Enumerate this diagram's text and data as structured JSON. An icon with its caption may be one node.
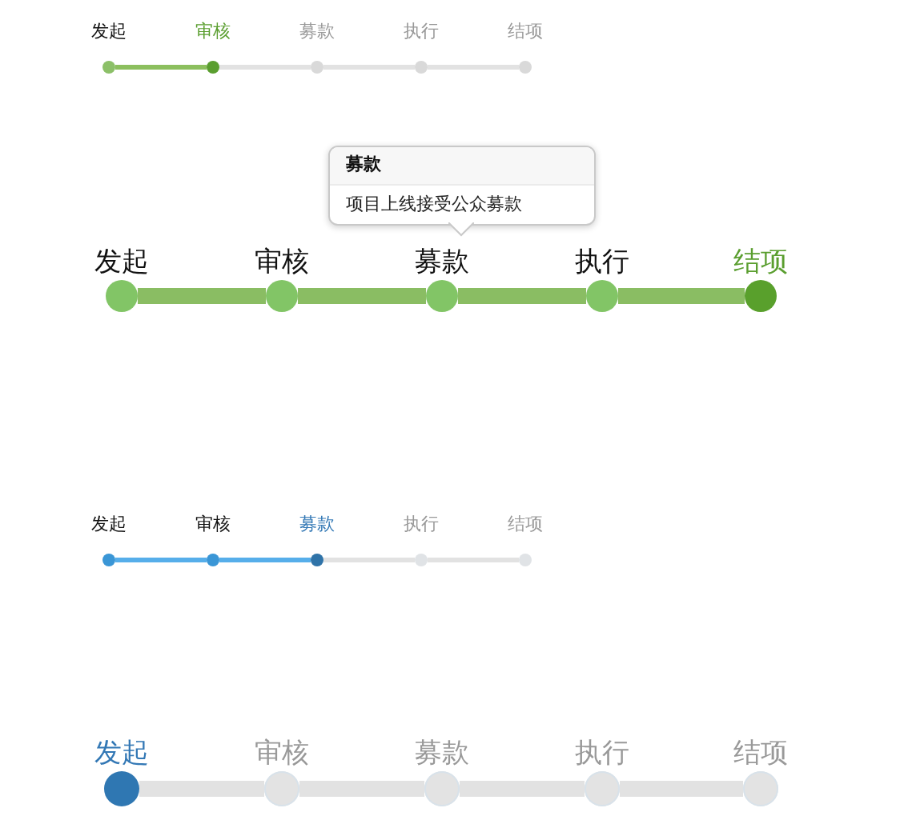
{
  "diagram": {
    "nodes": [
      {
        "text": [
          "发起"
        ]
      },
      {
        "text": [
          "审核"
        ]
      },
      {
        "text": [
          "募款"
        ]
      },
      {
        "text": [
          "执行"
        ]
      },
      {
        "text": [
          "结项"
        ]
      },
      {
        "text": [
          "募款",
          "项目上线接受公众募款"
        ]
      },
      {
        "text": [
          "发起"
        ]
      },
      {
        "text": [
          "审核"
        ]
      },
      {
        "text": [
          "募款"
        ]
      },
      {
        "text": [
          "执行"
        ]
      },
      {
        "text": [
          "结项"
        ]
      },
      {
        "text": [
          "发起"
        ]
      },
      {
        "text": [
          "审核"
        ]
      },
      {
        "text": [
          "募款"
        ]
      },
      {
        "text": [
          "执行"
        ]
      },
      {
        "text": [
          "结项"
        ]
      },
      {
        "text": [
          "发起"
        ]
      },
      {
        "text": [
          "审核"
        ]
      },
      {
        "text": [
          "募款"
        ]
      },
      {
        "text": [
          "执行"
        ]
      },
      {
        "text": [
          "结项"
        ]
      }
    ],
    "edges": [
      {
        "from": 0,
        "to": 1,
        "arrow": "none",
        "color": "#8cbf5e"
      },
      {
        "from": 1,
        "to": 2,
        "arrow": "none"
      },
      {
        "from": 2,
        "to": 3,
        "arrow": "none"
      },
      {
        "from": 3,
        "to": 4,
        "arrow": "none"
      },
      {
        "from": 6,
        "to": 7,
        "arrow": "none",
        "color": "#8abd63",
        "style": "thick"
      },
      {
        "from": 7,
        "to": 8,
        "arrow": "none",
        "color": "#8abd63",
        "style": "thick"
      },
      {
        "from": 8,
        "to": 9,
        "arrow": "none",
        "color": "#8abd63",
        "style": "thick"
      },
      {
        "from": 9,
        "to": 10,
        "arrow": "none",
        "color": "#8abd63",
        "style": "thick"
      },
      {
        "from": 11,
        "to": 12,
        "arrow": "none",
        "color": "#56aeea"
      },
      {
        "from": 12,
        "to": 13,
        "arrow": "none",
        "color": "#56aeea"
      },
      {
        "from": 13,
        "to": 14,
        "arrow": "none"
      },
      {
        "from": 14,
        "to": 15,
        "arrow": "none"
      },
      {
        "from": 16,
        "to": 17,
        "arrow": "none",
        "style": "thick"
      },
      {
        "from": 17,
        "to": 18,
        "arrow": "none",
        "style": "thick"
      },
      {
        "from": 18,
        "to": 19,
        "arrow": "none",
        "style": "thick"
      },
      {
        "from": 19,
        "to": 20,
        "arrow": "none",
        "style": "thick"
      }
    ]
  }
}
